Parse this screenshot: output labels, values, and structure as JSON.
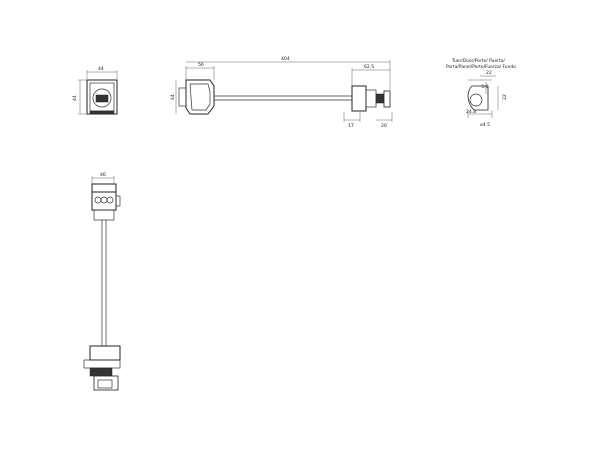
{
  "front_view": {
    "width": "44",
    "height": "44"
  },
  "side_view": {
    "width_1": "56",
    "length": "404",
    "width_2": "62.5",
    "height": "44",
    "dim_a": "17",
    "dim_b": "20"
  },
  "cutout": {
    "note_line_1": "Tuer/Door/Porte/ Puerta/",
    "note_line_2": "Porta/Panel/Porte/Fuerza/ Fondo",
    "dim_a": "22",
    "dim_b": "3.6",
    "dim_c": "22",
    "dim_d": "24.8",
    "dim_hole": "⌀4.5"
  },
  "bottom_view": {
    "width": "46"
  }
}
